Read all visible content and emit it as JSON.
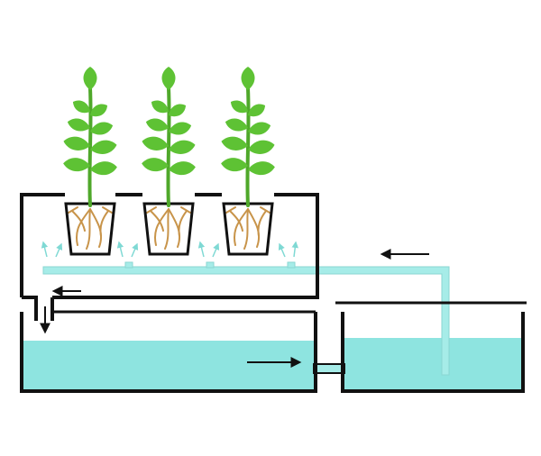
{
  "diagram": {
    "plant_count": 3,
    "colors": {
      "background": "#ffffff",
      "outline": "#111111",
      "water": "#8ee4e0",
      "pipe": "#a6ece8",
      "pipe_edge": "#8ad6d2",
      "leaf": "#5ec234",
      "stem": "#4fa82a",
      "root": "#c8944a",
      "mist": "#7fd9d4"
    },
    "components": [
      "grow-chamber",
      "net-pot",
      "plant",
      "mist-nozzle",
      "spray-manifold",
      "drain-outlet",
      "collection-tank",
      "reservoir-tank",
      "connector-pipe",
      "pump-riser-pipe"
    ],
    "flow_arrows": [
      "return-to-manifold",
      "drain-out-of-chamber",
      "drain-down-into-tank",
      "tank-to-reservoir"
    ]
  }
}
